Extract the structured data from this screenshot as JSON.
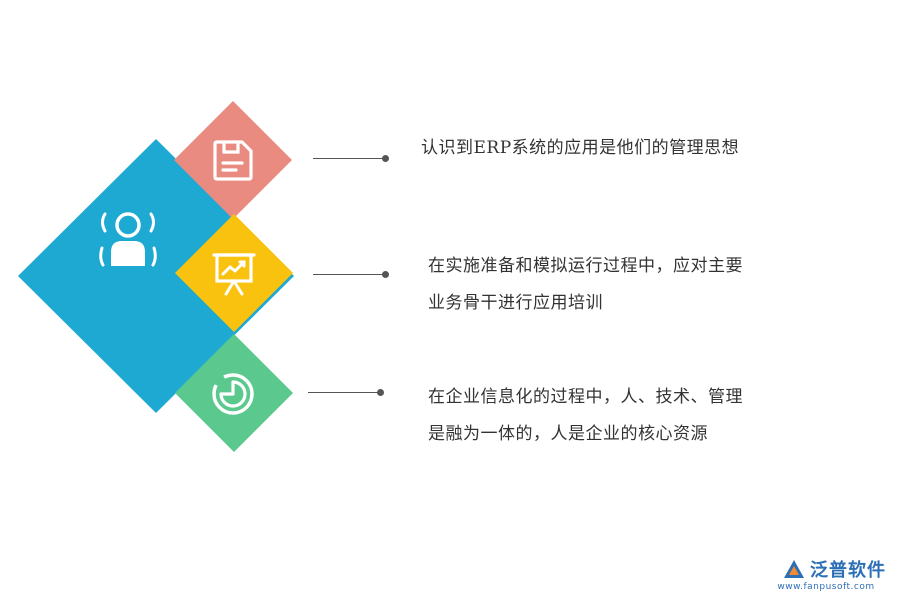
{
  "items": [
    {
      "text": "认识到ERP系统的应用是他们的管理思想",
      "color": "#e98b80",
      "icon": "save-document-icon"
    },
    {
      "text": "在实施准备和模拟运行过程中，应对主要业务骨干进行应用培训",
      "color": "#f9c20f",
      "icon": "presentation-chart-icon"
    },
    {
      "text": "在企业信息化的过程中，人、技术、管理是融为一体的，人是企业的核心资源",
      "color": "#5bc98e",
      "icon": "pie-chart-icon"
    }
  ],
  "main": {
    "color": "#1ea9d2",
    "icon": "user-icon"
  },
  "logo": {
    "name": "泛普软件",
    "url": "www.fanpusoft.com"
  }
}
